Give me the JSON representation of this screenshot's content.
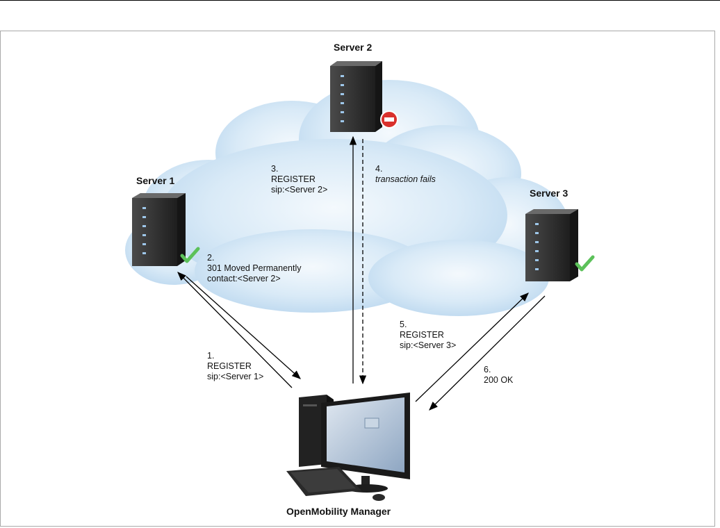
{
  "servers": {
    "server1": {
      "title": "Server 1"
    },
    "server2": {
      "title": "Server 2"
    },
    "server3": {
      "title": "Server 3"
    }
  },
  "client": {
    "title": "OpenMobility Manager"
  },
  "steps": {
    "s1": {
      "num": "1.",
      "line1": "REGISTER",
      "line2": "sip:<Server 1>"
    },
    "s2": {
      "num": "2.",
      "line1": "301 Moved Permanently",
      "line2": "contact:<Server 2>"
    },
    "s3": {
      "num": "3.",
      "line1": "REGISTER",
      "line2": "sip:<Server 2>"
    },
    "s4": {
      "num": "4.",
      "line1": "transaction fails"
    },
    "s5": {
      "num": "5.",
      "line1": "REGISTER",
      "line2": "sip:<Server 3>"
    },
    "s6": {
      "num": "6.",
      "line1": "200 OK"
    }
  },
  "status": {
    "server1": "check-icon",
    "server2": "blocked-icon",
    "server3": "check-icon"
  },
  "colors": {
    "cloud": "#cfe4f5",
    "server": "#2b2b2b",
    "check": "#5cc15a",
    "blocked": "#d9302c"
  }
}
